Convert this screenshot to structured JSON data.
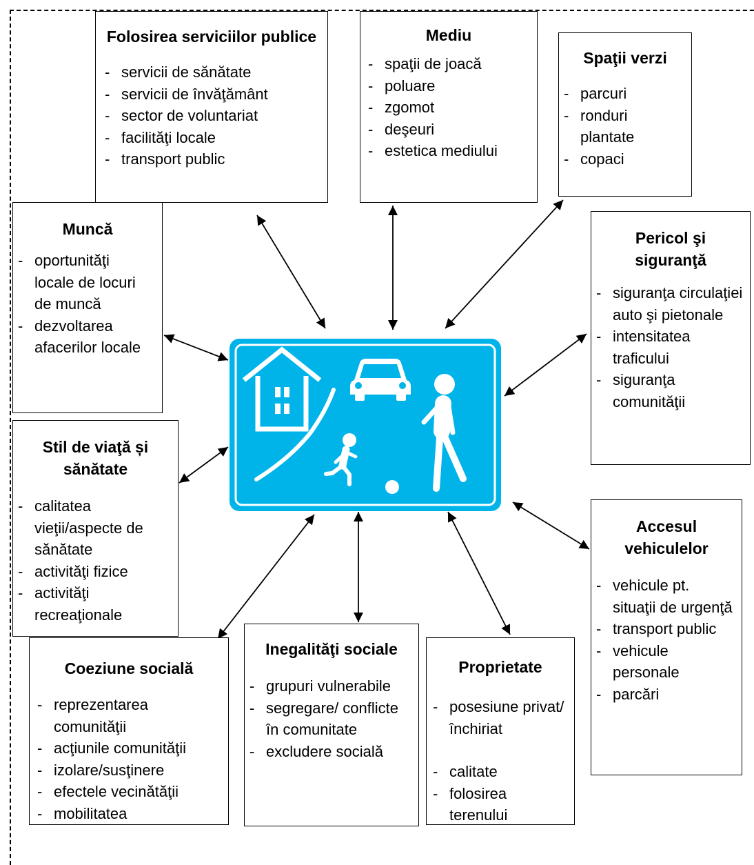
{
  "boxes": {
    "public_services": {
      "title": "Folosirea serviciilor publice",
      "items": [
        "servicii de sănătate",
        "servicii de învăţământ",
        "sector de voluntariat",
        "facilităţi locale",
        "transport public"
      ]
    },
    "environment": {
      "title": "Mediu",
      "items": [
        "spaţii de joacă",
        "poluare",
        "zgomot",
        "deşeuri",
        "estetica mediului"
      ]
    },
    "green_spaces": {
      "title": "Spaţii verzi",
      "items": [
        "parcuri",
        "ronduri plantate",
        "copaci"
      ]
    },
    "work": {
      "title": "Muncă",
      "items": [
        "oportunităţi locale de locuri de muncă",
        "dezvoltarea afacerilor locale"
      ]
    },
    "danger_safety": {
      "title": "Pericol şi siguranţă",
      "items": [
        "siguranţa circulaţiei auto şi pietonale",
        "intensitatea traficului",
        "siguranţa comunităţii"
      ]
    },
    "lifestyle_health": {
      "title": "Stil de viaţă și sănătate",
      "items": [
        "calitatea vieţii/aspecte de sănătate",
        "activităţi fizice",
        "activităţi recreaţionale"
      ]
    },
    "vehicle_access": {
      "title": "Accesul vehiculelor",
      "items": [
        "vehicule pt. situaţii de urgenţă",
        "transport public",
        "vehicule personale",
        "parcări"
      ]
    },
    "social_cohesion": {
      "title": "Coeziune socială",
      "items": [
        "reprezentarea comunităţii",
        "acţiunile comunităţii",
        "izolare/susţinere",
        "efectele vecinătăţii",
        "mobilitatea"
      ]
    },
    "social_inequalities": {
      "title": "Inegalităţi sociale",
      "items": [
        "grupuri vulnerabile",
        "segregare/ conflicte în comunitate",
        "excludere socială"
      ]
    },
    "property": {
      "title": "Proprietate",
      "items": [
        "posesiune privat/închiriat",
        "calitate",
        "folosirea terenului"
      ]
    }
  },
  "colors": {
    "sign_blue": "#00b4ea",
    "ink": "#000000"
  },
  "icons": [
    "house-icon",
    "car-icon",
    "road-curve-icon",
    "child-running-icon",
    "ball-icon",
    "pedestrian-icon"
  ]
}
